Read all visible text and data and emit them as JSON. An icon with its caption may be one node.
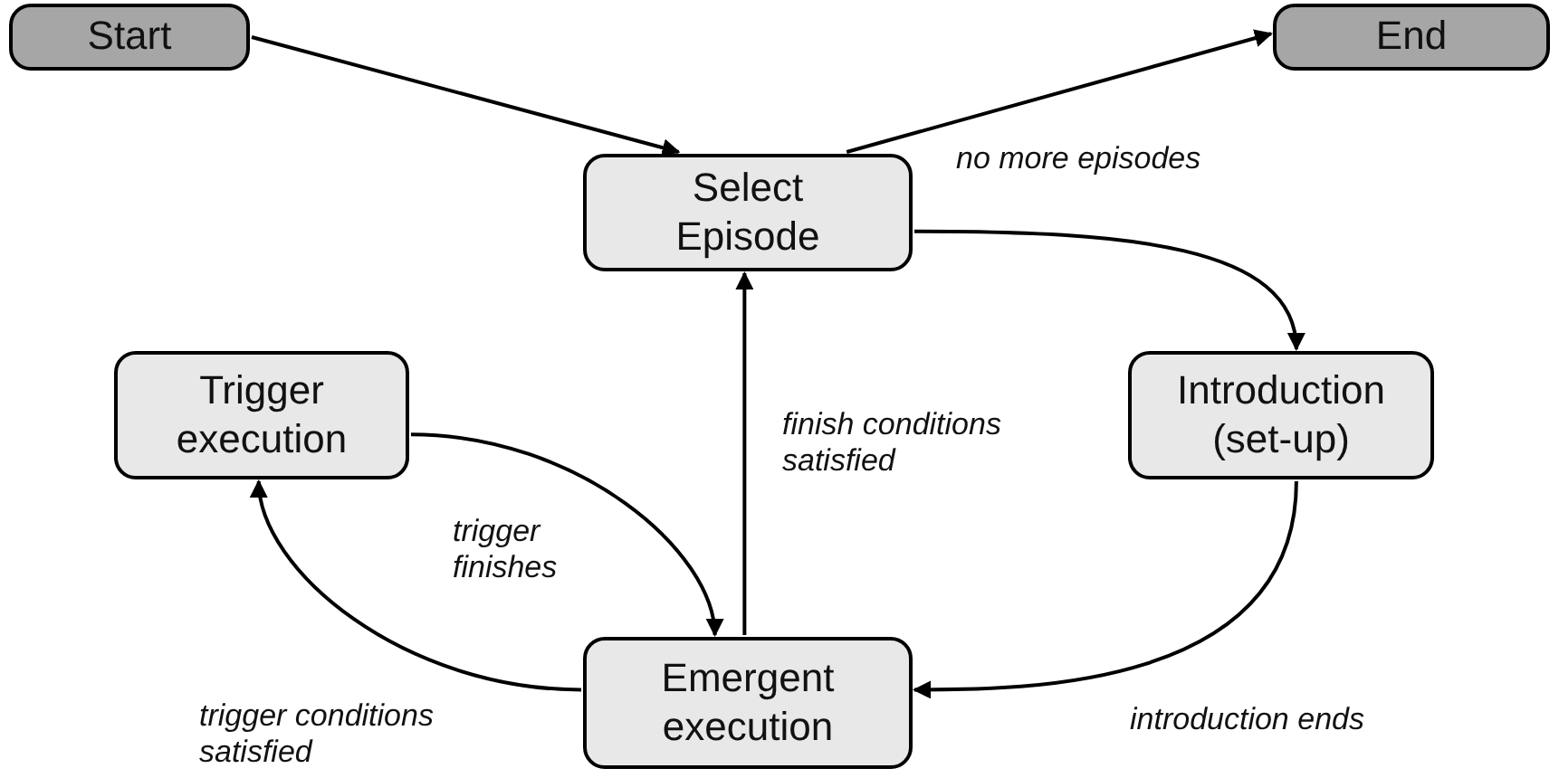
{
  "diagram": {
    "nodes": [
      {
        "text": [
          "Start"
        ]
      },
      {
        "text": [
          "End"
        ]
      },
      {
        "text": [
          "Select Episode"
        ]
      },
      {
        "text": [
          "Trigger execution"
        ]
      },
      {
        "text": [
          "Introduction (set-up)"
        ]
      },
      {
        "text": [
          "Emergent execution"
        ]
      }
    ],
    "edges": [
      {
        "from": 0,
        "to": 2,
        "arrow": "to"
      },
      {
        "from": 2,
        "to": 1,
        "arrow": "to",
        "label": "no more episodes"
      },
      {
        "from": 2,
        "to": 4,
        "arrow": "to"
      },
      {
        "from": 4,
        "to": 5,
        "arrow": "to",
        "label": "introduction ends"
      },
      {
        "from": 5,
        "to": 2,
        "arrow": "to",
        "label": "finish conditions satisfied"
      },
      {
        "from": 3,
        "to": 5,
        "arrow": "to",
        "label": "trigger finishes"
      },
      {
        "from": 5,
        "to": 3,
        "arrow": "to",
        "label": "trigger conditions satisfied"
      }
    ]
  }
}
